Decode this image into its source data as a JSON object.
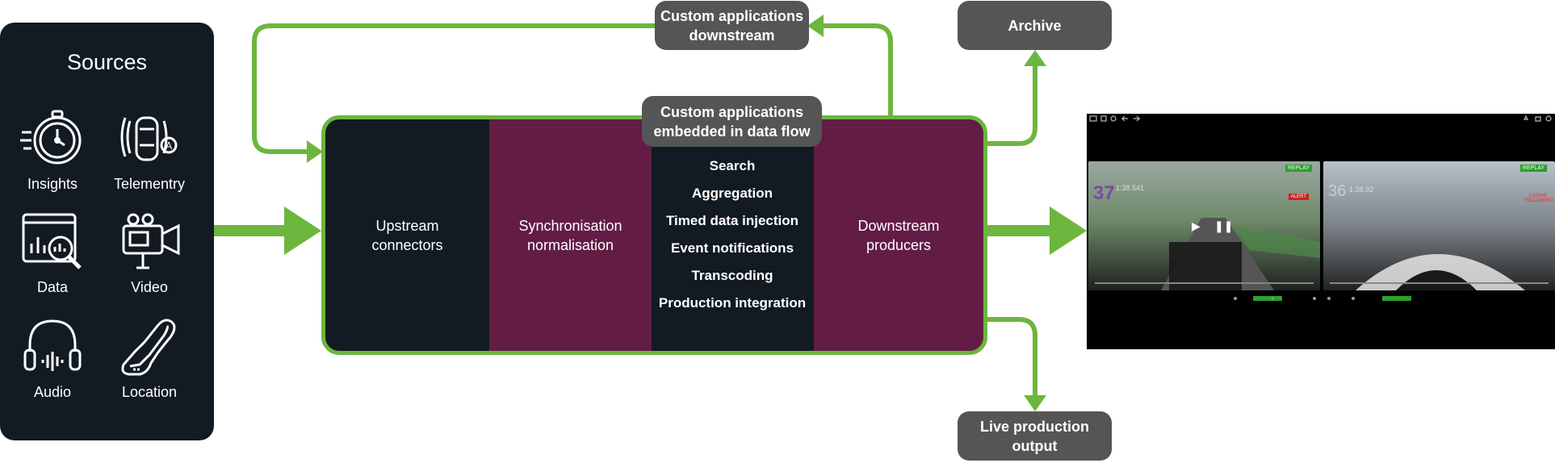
{
  "sources": {
    "title": "Sources",
    "items": [
      {
        "label": "Insights",
        "icon": "stopwatch-icon"
      },
      {
        "label": "Telementry",
        "icon": "car-sensors-icon"
      },
      {
        "label": "Data",
        "icon": "data-search-icon"
      },
      {
        "label": "Video",
        "icon": "video-camera-icon"
      },
      {
        "label": "Audio",
        "icon": "headphones-icon"
      },
      {
        "label": "Location",
        "icon": "race-track-icon"
      }
    ]
  },
  "nodes": {
    "custom_downstream": "Custom applications downstream",
    "custom_embedded": "Custom applications embedded in data flow",
    "archive": "Archive",
    "live_output": "Live production output"
  },
  "pipeline": {
    "upstream": "Upstream connectors",
    "sync": "Synchronisation normalisation",
    "features": [
      "Search",
      "Aggregation",
      "Timed data injection",
      "Event notifications",
      "Transcoding",
      "Production integration"
    ],
    "downstream": "Downstream producers"
  },
  "screen": {
    "left": {
      "lap": "37",
      "time": "1:38.541",
      "badge": "REPLAY",
      "alert": "ALERT"
    },
    "right": {
      "lap": "36",
      "time": "1:38.92",
      "badge": "REPLAY",
      "alert": "LOSING FOLLOWING"
    }
  },
  "colors": {
    "arrow": "#6cb63e",
    "dark": "#121a22",
    "plum": "#631d45",
    "node": "#555555"
  }
}
